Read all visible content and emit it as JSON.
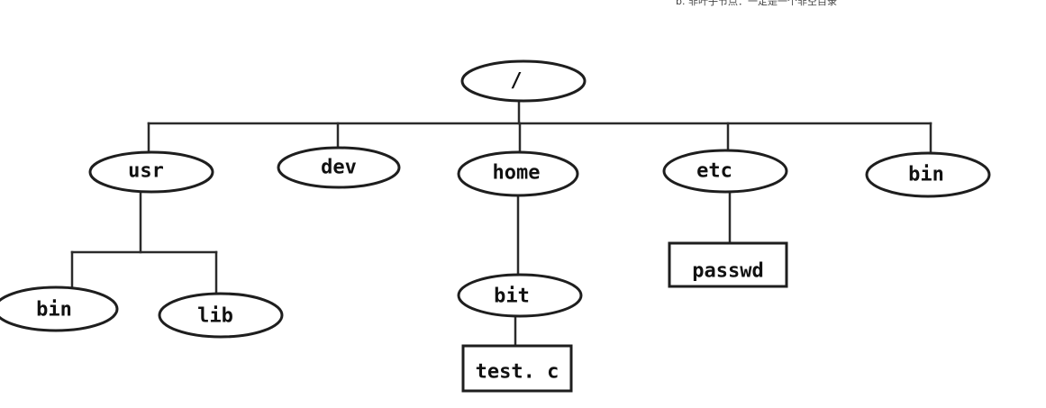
{
  "caption": "b. 非叶子节点：一定是一个非空目录",
  "colors": {
    "line": "#2b2b2b",
    "node_stroke": "#1e1e1e",
    "node_fill": "#ffffff",
    "text": "#111111"
  },
  "tree": {
    "root": {
      "label": "/",
      "shape": "ellipse"
    },
    "nodes": [
      {
        "id": "usr",
        "label": "usr",
        "shape": "ellipse",
        "parent": "root"
      },
      {
        "id": "dev",
        "label": "dev",
        "shape": "ellipse",
        "parent": "root"
      },
      {
        "id": "home",
        "label": "home",
        "shape": "ellipse",
        "parent": "root"
      },
      {
        "id": "etc",
        "label": "etc",
        "shape": "ellipse",
        "parent": "root"
      },
      {
        "id": "bin-root",
        "label": "bin",
        "shape": "ellipse",
        "parent": "root"
      },
      {
        "id": "bin-usr",
        "label": "bin",
        "shape": "ellipse",
        "parent": "usr"
      },
      {
        "id": "lib",
        "label": "lib",
        "shape": "ellipse",
        "parent": "usr"
      },
      {
        "id": "bit",
        "label": "bit",
        "shape": "ellipse",
        "parent": "home"
      },
      {
        "id": "test-c",
        "label": "test. c",
        "shape": "rect",
        "parent": "bit"
      },
      {
        "id": "passwd",
        "label": "passwd",
        "shape": "rect",
        "parent": "etc"
      }
    ]
  }
}
